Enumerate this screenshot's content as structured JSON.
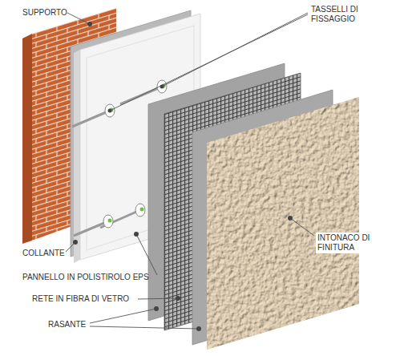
{
  "diagram": {
    "labels": [
      "SUPPORTO",
      "TASSELLI DI FISSAGGIO",
      "COLLANTE",
      "PANNELLO IN POLISTIROLO EPS",
      "RETE IN FIBRA DI VETRO",
      "RASANTE",
      "INTONACO DI FINITURA"
    ]
  }
}
